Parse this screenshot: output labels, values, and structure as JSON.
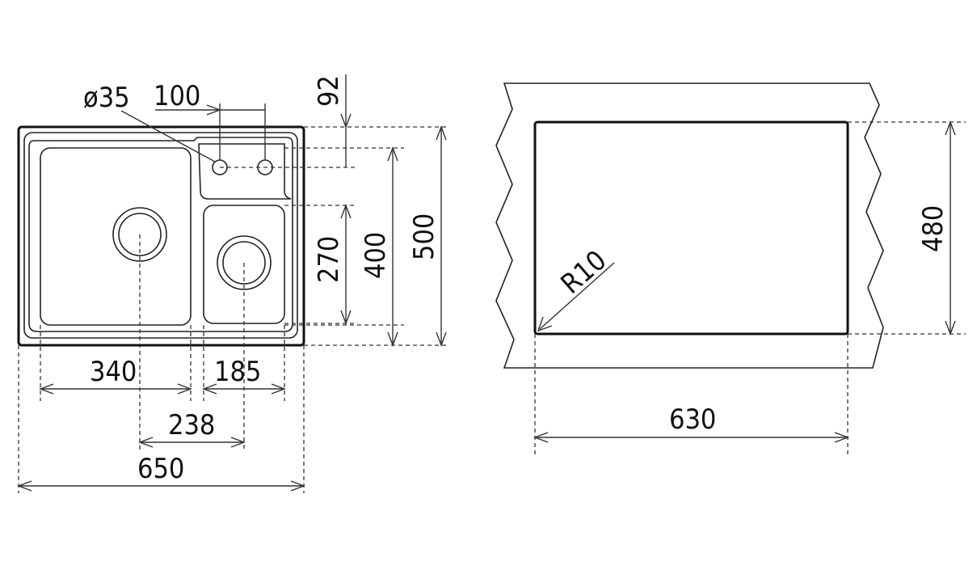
{
  "sink_view": {
    "hole_diameter": "ø35",
    "tap_spacing": "100",
    "tap_offset": "92",
    "main_bowl_width": "340",
    "small_bowl_width": "185",
    "drain_spacing": "238",
    "overall_width": "650",
    "small_bowl_depth": "270",
    "bowl_depth": "400",
    "overall_depth": "500"
  },
  "cutout_view": {
    "corner_radius": "R10",
    "cutout_width": "630",
    "cutout_depth": "480"
  }
}
